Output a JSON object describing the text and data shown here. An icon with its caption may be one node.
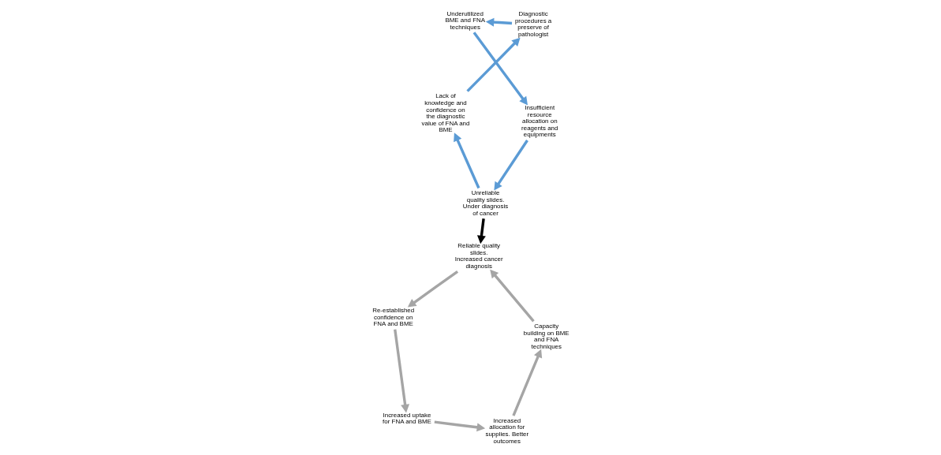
{
  "diagram": {
    "nodes": [
      {
        "text": [
          "Underutilized BME and FNA techniques"
        ]
      },
      {
        "text": [
          "Insufficient resource allocation on reagents and equipments"
        ]
      },
      {
        "text": [
          "Unreliable quality slides. Under diagnosis of cancer"
        ]
      },
      {
        "text": [
          "Lack of knowledge and confidence on the diagnostic value of FNA and BME"
        ]
      },
      {
        "text": [
          "Diagnostic procedures a preserve of pathologist"
        ]
      },
      {
        "text": [
          "Re-established confidence on FNA and BME"
        ]
      },
      {
        "text": [
          "Increased uptake for FNA and BME"
        ]
      },
      {
        "text": [
          "Increased allocation for supplies. Better outcomes"
        ]
      },
      {
        "text": [
          "Capacity building on BME and FNA techniques"
        ]
      },
      {
        "text": [
          "Reliable quality slides. Increased cancer diagnosis"
        ]
      }
    ],
    "edges": [
      {
        "from": 0,
        "to": 1,
        "arrow": "to",
        "color": "#5b9bd5"
      },
      {
        "from": 1,
        "to": 2,
        "arrow": "to",
        "color": "#5b9bd5"
      },
      {
        "from": 2,
        "to": 3,
        "arrow": "to",
        "color": "#5b9bd5"
      },
      {
        "from": 3,
        "to": 4,
        "arrow": "to",
        "color": "#5b9bd5"
      },
      {
        "from": 4,
        "to": 0,
        "arrow": "to",
        "color": "#5b9bd5"
      },
      {
        "from": 2,
        "to": 9,
        "arrow": "to",
        "color": "#000000"
      },
      {
        "from": 5,
        "to": 6,
        "arrow": "to",
        "color": "#a5a5a5"
      },
      {
        "from": 6,
        "to": 7,
        "arrow": "to",
        "color": "#a5a5a5"
      },
      {
        "from": 7,
        "to": 8,
        "arrow": "to",
        "color": "#a5a5a5"
      },
      {
        "from": 8,
        "to": 9,
        "arrow": "to",
        "color": "#a5a5a5"
      },
      {
        "from": 9,
        "to": 5,
        "arrow": "to",
        "color": "#a5a5a5"
      }
    ]
  }
}
